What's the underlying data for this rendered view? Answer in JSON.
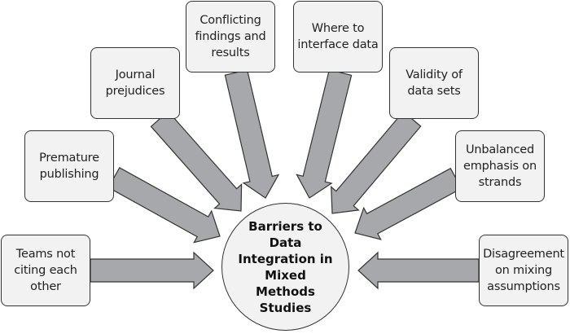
{
  "diagram": {
    "type": "hub-and-spoke",
    "center": {
      "label": "Barriers to Data Integration in Mixed Methods Studies",
      "lines": [
        "Barriers to",
        "Data",
        "Integration in",
        "Mixed",
        "Methods",
        "Studies"
      ]
    },
    "barriers": [
      {
        "id": "teams",
        "label": "Teams not citing each other"
      },
      {
        "id": "premature",
        "label": "Premature publishing"
      },
      {
        "id": "journal",
        "label": "Journal prejudices"
      },
      {
        "id": "conflicting",
        "label": "Conflicting findings and results"
      },
      {
        "id": "where",
        "label": "Where to interface data"
      },
      {
        "id": "validity",
        "label": "Validity of data sets"
      },
      {
        "id": "unbalanced",
        "label": "Unbalanced emphasis on strands"
      },
      {
        "id": "disagreement",
        "label": "Disagreement on mixing assumptions"
      }
    ],
    "arrow_direction": "inward-to-center",
    "colors": {
      "arrow_fill": "#a7a8ab",
      "box_fill": "#f2f2f2",
      "outline": "#333333"
    }
  }
}
